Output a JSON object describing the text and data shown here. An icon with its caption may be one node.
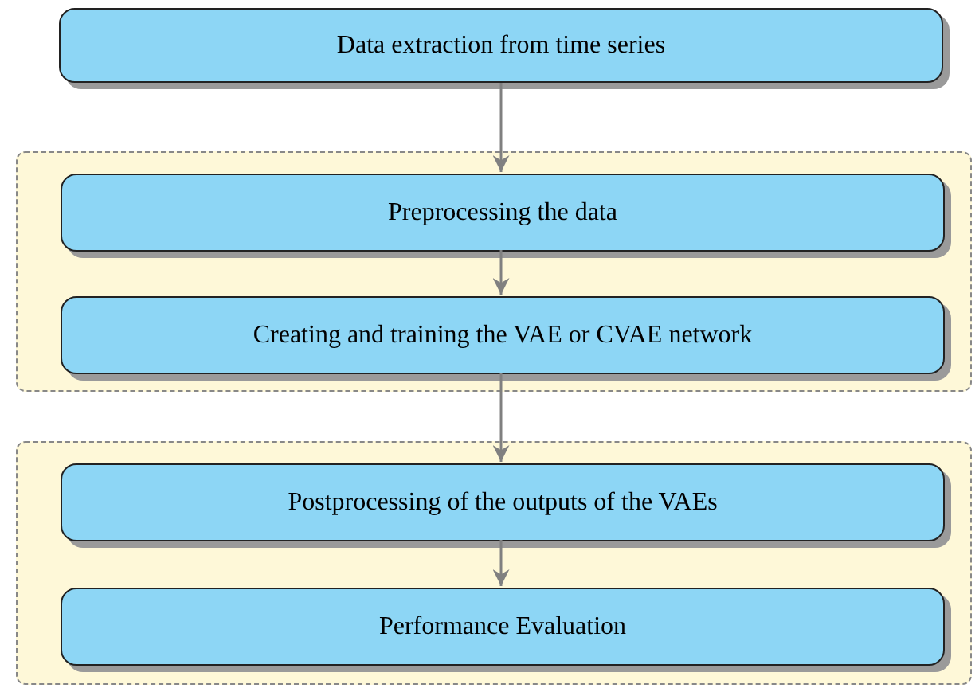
{
  "diagram": {
    "nodes": [
      {
        "text": [
          "Data extraction from time series"
        ]
      },
      {
        "text": [],
        "shape": "box"
      },
      {
        "text": [
          "Preprocessing the data"
        ],
        "in": 1
      },
      {
        "text": [
          "Creating and training the VAE or CVAE network"
        ],
        "in": 1
      },
      {
        "text": [],
        "shape": "box"
      },
      {
        "text": [
          "Postprocessing of the outputs of the VAEs"
        ],
        "in": 4
      },
      {
        "text": [
          "Performance Evaluation"
        ],
        "in": 4
      }
    ],
    "edges": [
      {
        "from": 0,
        "to": 2,
        "arrow": "to"
      },
      {
        "from": 2,
        "to": 3,
        "arrow": "to"
      },
      {
        "from": 3,
        "to": 5,
        "arrow": "to"
      },
      {
        "from": 5,
        "to": 6,
        "arrow": "to"
      }
    ]
  }
}
